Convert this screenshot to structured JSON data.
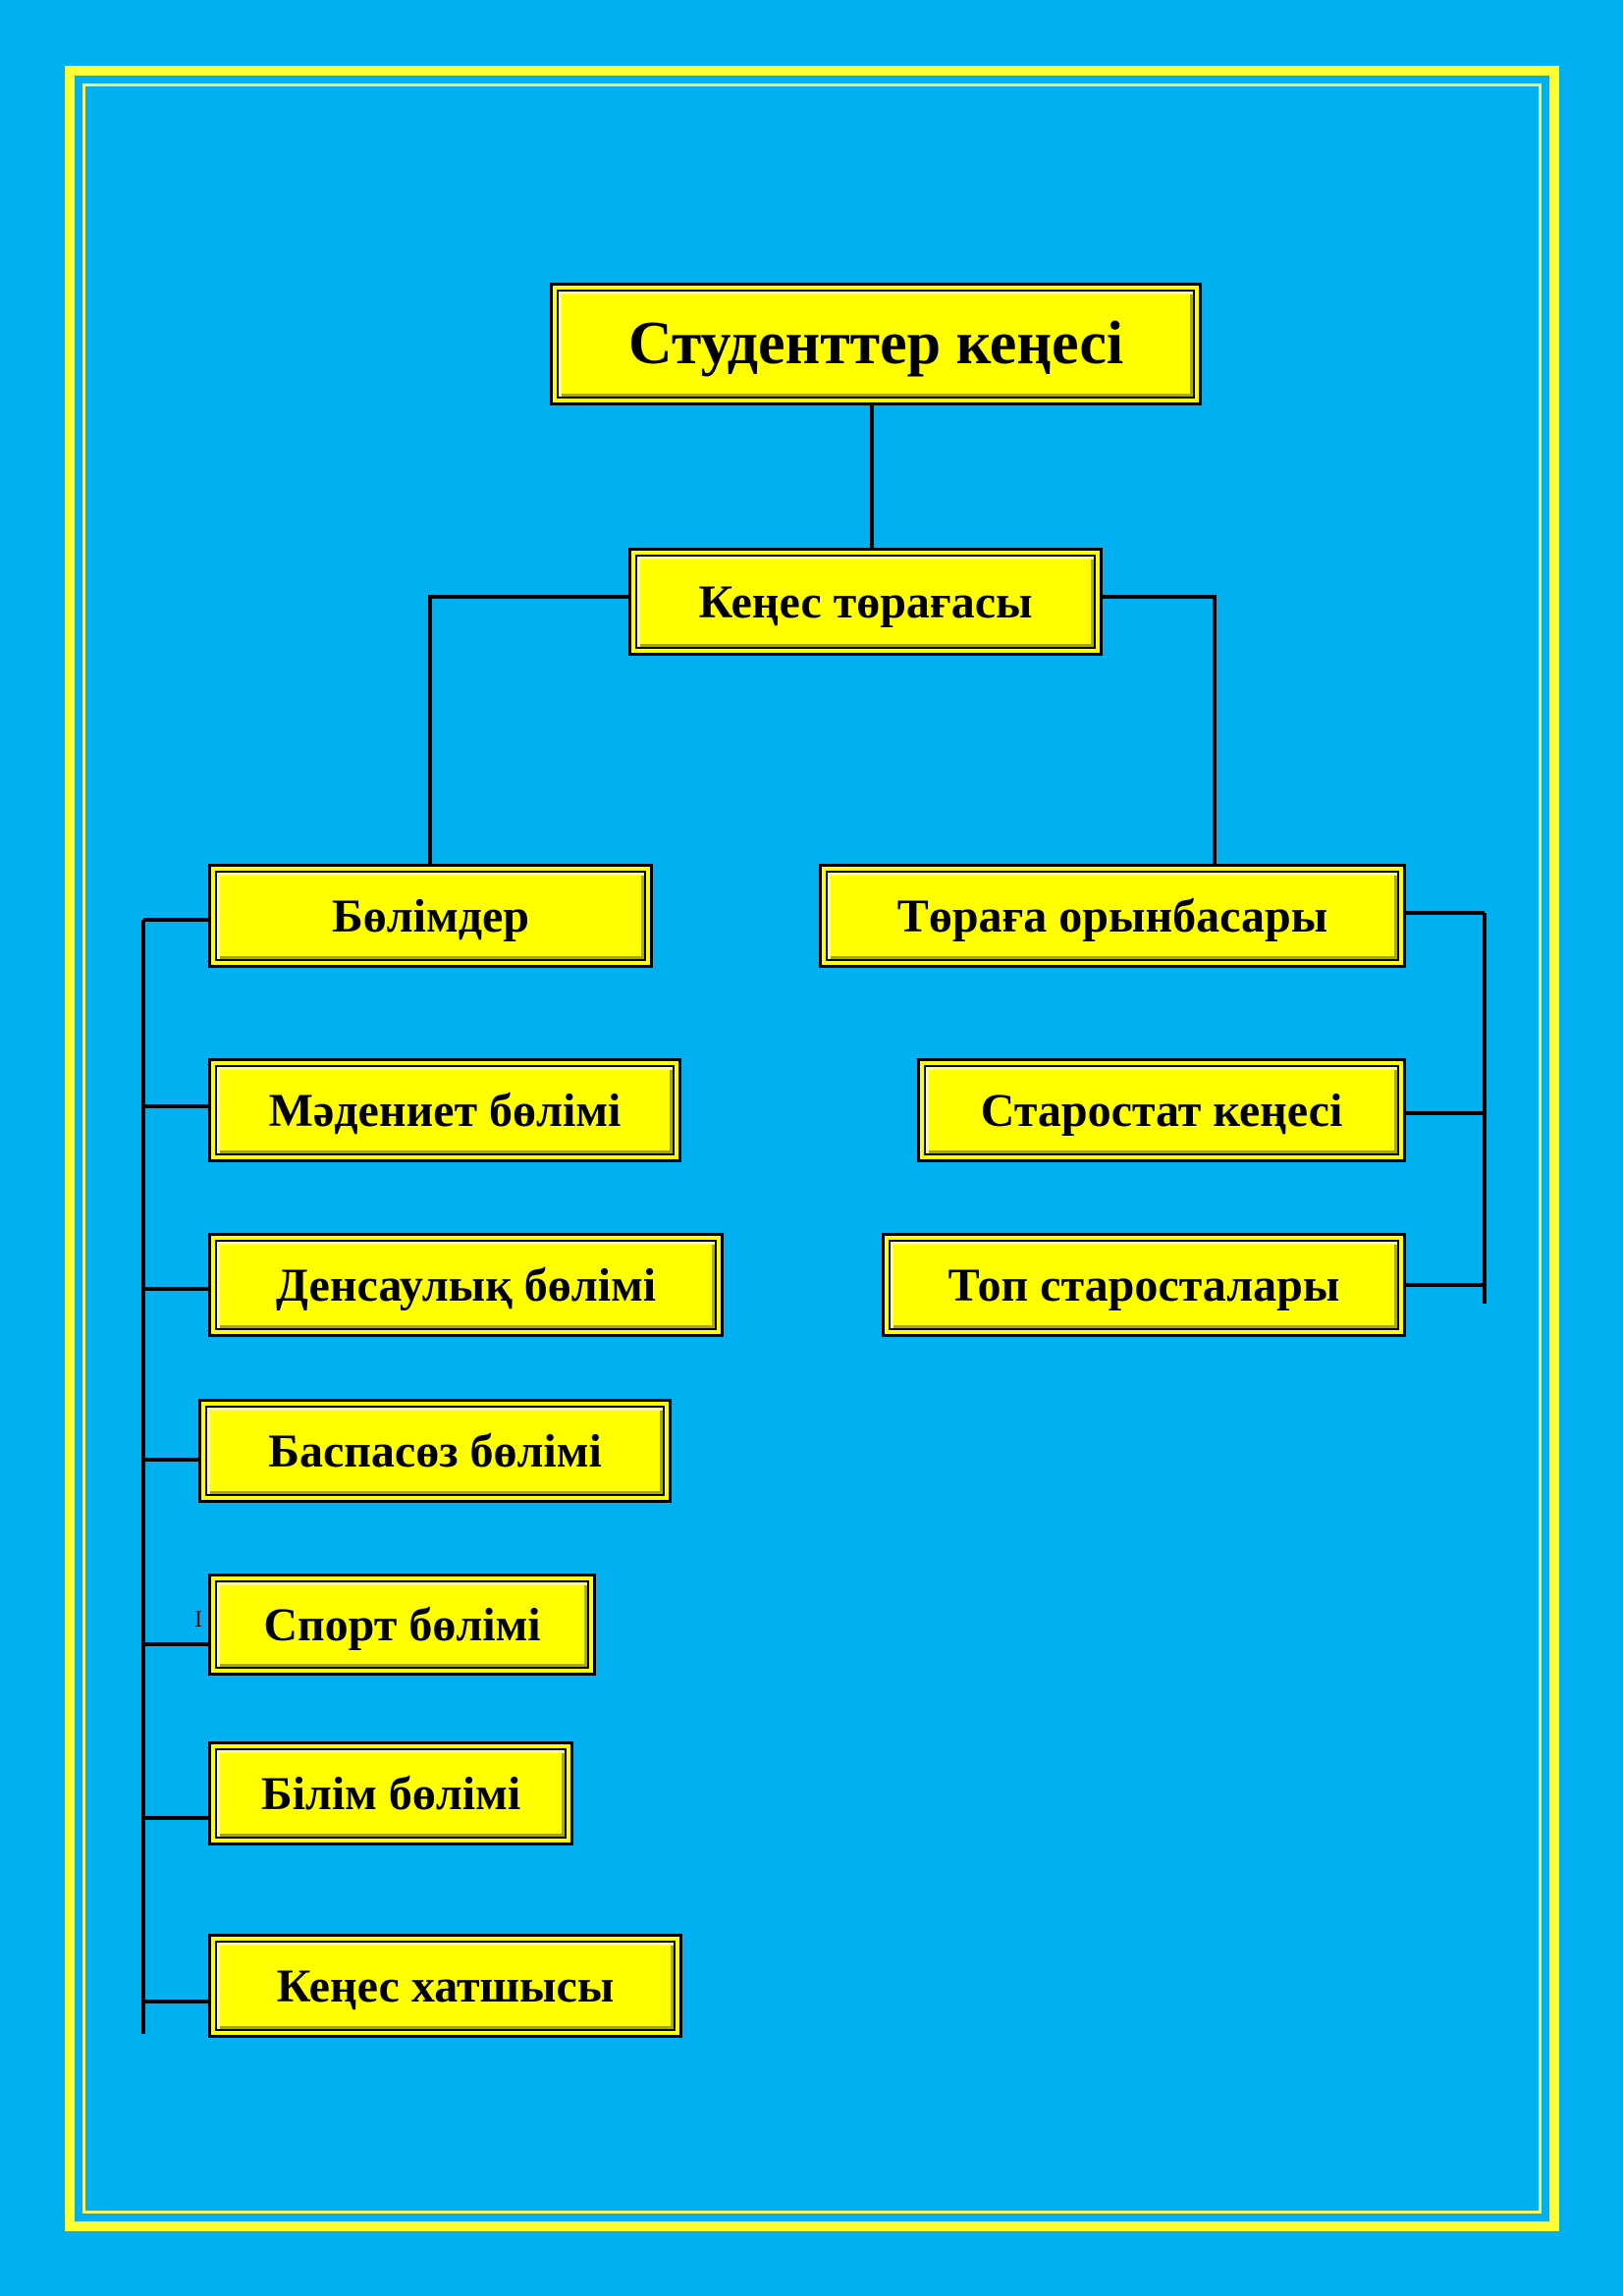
{
  "diagram": {
    "root": "Студенттер кеңесі",
    "chair": "Кеңес төрағасы",
    "departments_header": "Бөлімдер",
    "deputy_header": "Төраға орынбасары",
    "departments": [
      "Мәдениет бөлімі",
      "Денсаулық бөлімі",
      "Баспасөз бөлімі",
      "Спорт бөлімі",
      "Білім бөлімі",
      "Кеңес хатшысы"
    ],
    "deputy_items": [
      "Старостат кеңесі",
      "Топ старосталары"
    ],
    "stray_mark": "I"
  },
  "colors": {
    "background": "#00b0f0",
    "box_fill": "#ffff00",
    "frame": "#ffff33",
    "line": "#000000"
  }
}
